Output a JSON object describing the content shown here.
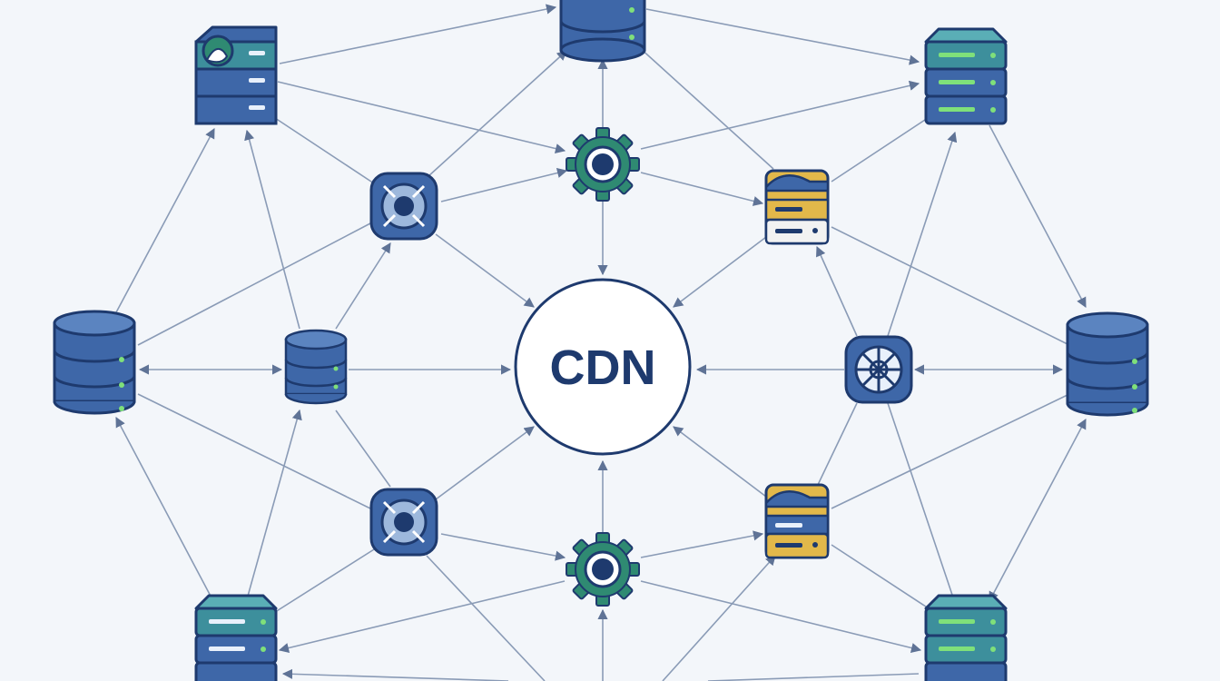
{
  "hub": {
    "label": "CDN"
  },
  "colors": {
    "background": "#f3f6fa",
    "navy": "#1e3a6e",
    "blue": "#3e67a8",
    "blue_light": "#5b84c0",
    "teal": "#3d8f9c",
    "teal_light": "#5aaeb6",
    "green": "#2f8a72",
    "gold": "#e2b84a",
    "led": "#7fe07a",
    "edge": "#8a9bb6",
    "edge_strong": "#5f7396"
  },
  "nodes": [
    {
      "id": "db-top",
      "icon": "database-icon"
    },
    {
      "id": "storage-top-left",
      "icon": "storage-rack-user-icon"
    },
    {
      "id": "storage-top-right",
      "icon": "storage-rack-icon"
    },
    {
      "id": "hub-top-left",
      "icon": "network-hub-icon"
    },
    {
      "id": "gear-top",
      "icon": "gear-icon"
    },
    {
      "id": "server-top-right",
      "icon": "server-gold-icon"
    },
    {
      "id": "db-left",
      "icon": "database-icon"
    },
    {
      "id": "db-inner-left",
      "icon": "database-icon"
    },
    {
      "id": "router-right",
      "icon": "router-icon"
    },
    {
      "id": "db-right",
      "icon": "database-icon"
    },
    {
      "id": "hub-bottom-left",
      "icon": "network-hub-icon"
    },
    {
      "id": "gear-bottom",
      "icon": "gear-icon"
    },
    {
      "id": "server-bottom-right",
      "icon": "server-gold-icon"
    },
    {
      "id": "storage-bottom-left",
      "icon": "storage-rack-icon"
    },
    {
      "id": "storage-bottom-right",
      "icon": "storage-rack-icon"
    }
  ]
}
